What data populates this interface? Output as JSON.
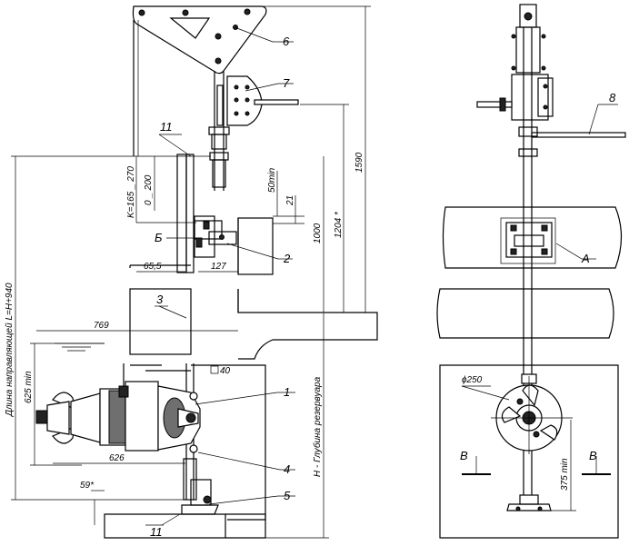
{
  "callouts": {
    "n1": "1",
    "n2": "2",
    "n3": "3",
    "n4": "4",
    "n5": "5",
    "n6": "6",
    "n7": "7",
    "n8": "8",
    "n11a": "11",
    "n11b": "11",
    "A": "А",
    "B_cyr": "Б",
    "V1": "В",
    "V2": "В"
  },
  "dimensions": {
    "d1590": "1590",
    "d1204": "1204 *",
    "d1000": "1000",
    "d21": "21",
    "d50": "50min",
    "d0_200": "0 _ 200",
    "dK": "K=165 _ 270",
    "d65_5": "65,5",
    "d127": "127",
    "d769": "769",
    "d625": "625 min",
    "d40": "40",
    "d626": "626",
    "d59": "59*",
    "dguide": "Длина направляющей L=H+940",
    "ddepth": "H - Глубина резервуара",
    "dphi": "ϕ250",
    "d375": "375 min"
  },
  "colors": {
    "line": "#000000",
    "background": "#ffffff",
    "shade": "#5a5a5a"
  }
}
